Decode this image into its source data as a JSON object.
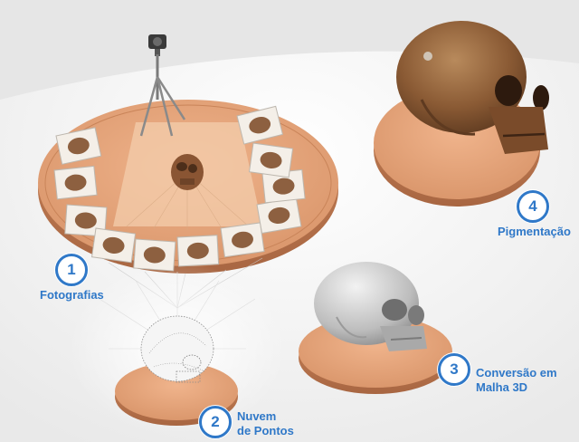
{
  "steps": [
    {
      "number": "1",
      "title": "Fotografias"
    },
    {
      "number": "2",
      "line1": "Nuvem",
      "line2": "de Pontos"
    },
    {
      "number": "3",
      "line1": "Conversão em",
      "line2": "Malha 3D"
    },
    {
      "number": "4",
      "title": "Pigmentação"
    }
  ],
  "colors": {
    "accent": "#2f78c8",
    "platform": "#e4a279",
    "skull_photo": "#8a5a3a",
    "skull_mesh": "#cfcfcf"
  }
}
